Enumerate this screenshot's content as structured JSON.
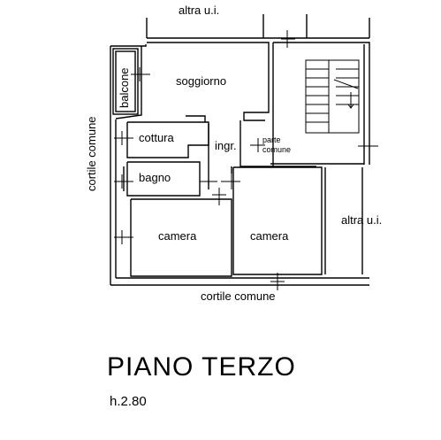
{
  "plan": {
    "neighbor_top": "altra u.i.",
    "neighbor_right": "altra u.i.",
    "courtyard_left": "cortile comune",
    "courtyard_bottom": "cortile comune",
    "rooms": {
      "balcony": "balcone",
      "living": "soggiorno",
      "kitchen": "cottura",
      "entrance": "ingr.",
      "common_part": "parte\ncomune",
      "bathroom": "bagno",
      "bedroom_left": "camera",
      "bedroom_right": "camera"
    }
  },
  "title": "PIANO TERZO",
  "height": "h.2.80",
  "colors": {
    "ink": "#000000",
    "wall_fill": "#ffffff",
    "background": "#ffffff"
  }
}
